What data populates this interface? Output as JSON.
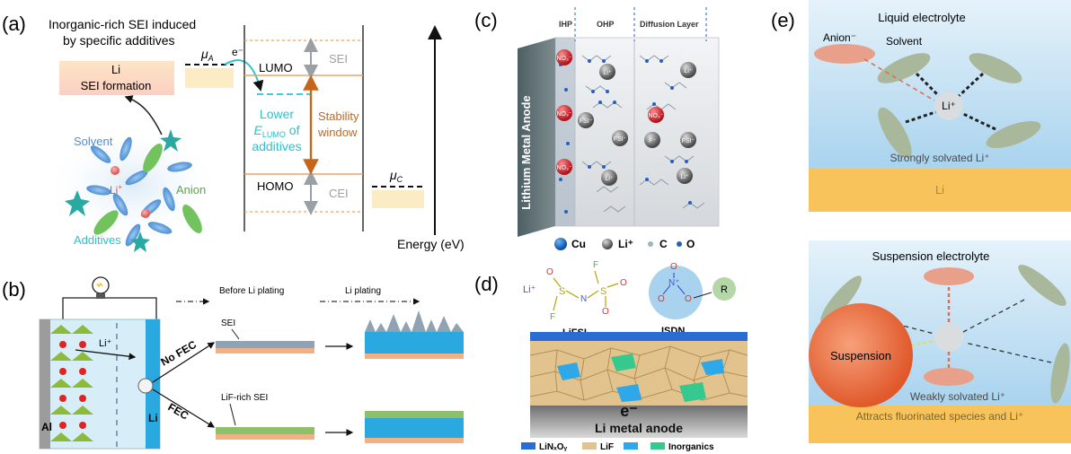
{
  "panel_a": {
    "letter": "(a)",
    "title_line1": "Inorganic-rich SEI induced",
    "title_line2": "by specific additives",
    "li_line1": "Li",
    "li_line2": "SEI formation",
    "mu_a": "μ",
    "mu_a_sub": "A",
    "electron": "e⁻",
    "lumo": "LUMO",
    "homo": "HOMO",
    "sei": "SEI",
    "cei": "CEI",
    "lower_line1": "Lower",
    "lower_E": "E",
    "lower_E_sub": "LUMO",
    "lower_line2_tail": " of",
    "lower_line3": "additives",
    "stability_line1": "Stability",
    "stability_line2": "window",
    "mu_c": "μ",
    "mu_c_sub": "C",
    "energy_axis": "Energy (eV)",
    "solvent": "Solvent",
    "li_ion": "Li",
    "li_ion_sup": "+",
    "anion": "Anion",
    "additives": "Additives"
  },
  "panel_b": {
    "letter": "(b)",
    "before_plating": "Before Li plating",
    "li_plating": "Li plating",
    "li_plus": "Li⁺",
    "no_fec": "No FEC",
    "fec": "FEC",
    "sei": "SEI",
    "lif_sei": "LiF-rich SEI",
    "al": "Al",
    "li": "Li"
  },
  "panel_c": {
    "letter": "(c)",
    "ihp": "IHP",
    "ohp": "OHP",
    "diffusion": "Diffusion Layer",
    "anode_label": "Lithium Metal Anode",
    "no3": "NO₃⁻",
    "fsi": "FSI⁻",
    "li": "Li⁺",
    "f": "F⁻",
    "legend": [
      "Cu",
      "Li⁺",
      "C",
      "O"
    ]
  },
  "panel_d": {
    "letter": "(d)",
    "lifsi": "LiFSI",
    "isdn": "ISDN",
    "r": "R",
    "anode": "Li metal anode",
    "electron": "e⁻",
    "legend_linxoy": "LiNₓOᵧ",
    "legend_lif": "LiF",
    "legend_inorganics": "Inorganics",
    "atom_li": "Li⁺",
    "atom_o": "O",
    "atom_s": "S",
    "atom_n": "N",
    "atom_f": "F",
    "atom_nplus": "N⁺"
  },
  "panel_e": {
    "letter": "(e)",
    "liquid": "Liquid electrolyte",
    "anion": "Anion⁻",
    "solvent": "Solvent",
    "li_center": "Li⁺",
    "strong": "Strongly solvated Li⁺",
    "li_bottom": "Li",
    "suspension_title": "Suspension electrolyte",
    "suspension": "Suspension",
    "weak": "Weakly solvated Li⁺",
    "attracts": "Attracts fluorinated species and Li⁺"
  },
  "colors": {
    "cyan": "#29c3cf",
    "orange": "#c5661b",
    "gray": "#9aa0a6",
    "li_blue": "#29a9e0",
    "sei_gray": "#8fa3b5",
    "lif_green": "#8ec06c",
    "orange_layer": "#f1b183",
    "e_blue": "#c8e6f4",
    "e_orange": "#f7c35a"
  }
}
